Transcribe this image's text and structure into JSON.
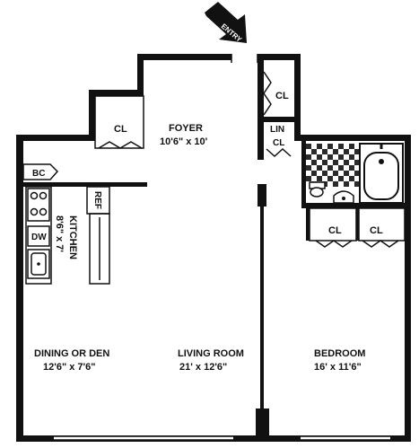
{
  "entry_label": "ENTRY",
  "rooms": {
    "foyer": {
      "name": "FOYER",
      "dims": "10'6\" x 10'"
    },
    "kitchen": {
      "name": "KITCHEN",
      "dims": "8'6\" x 7'"
    },
    "dining": {
      "name": "DINING OR DEN",
      "dims": "12'6\" x 7'6\""
    },
    "living": {
      "name": "LIVING ROOM",
      "dims": "21' x 12'6\""
    },
    "bedroom": {
      "name": "BEDROOM",
      "dims": "16' x 11'6\""
    }
  },
  "closets": {
    "foyer_cl": "CL",
    "hall_cl": "CL",
    "lin_top": "LIN",
    "lin_bottom": "CL",
    "bed_cl_1": "CL",
    "bed_cl_2": "CL"
  },
  "fixtures": {
    "bc": "BC",
    "ref": "REF",
    "dw": "DW"
  }
}
